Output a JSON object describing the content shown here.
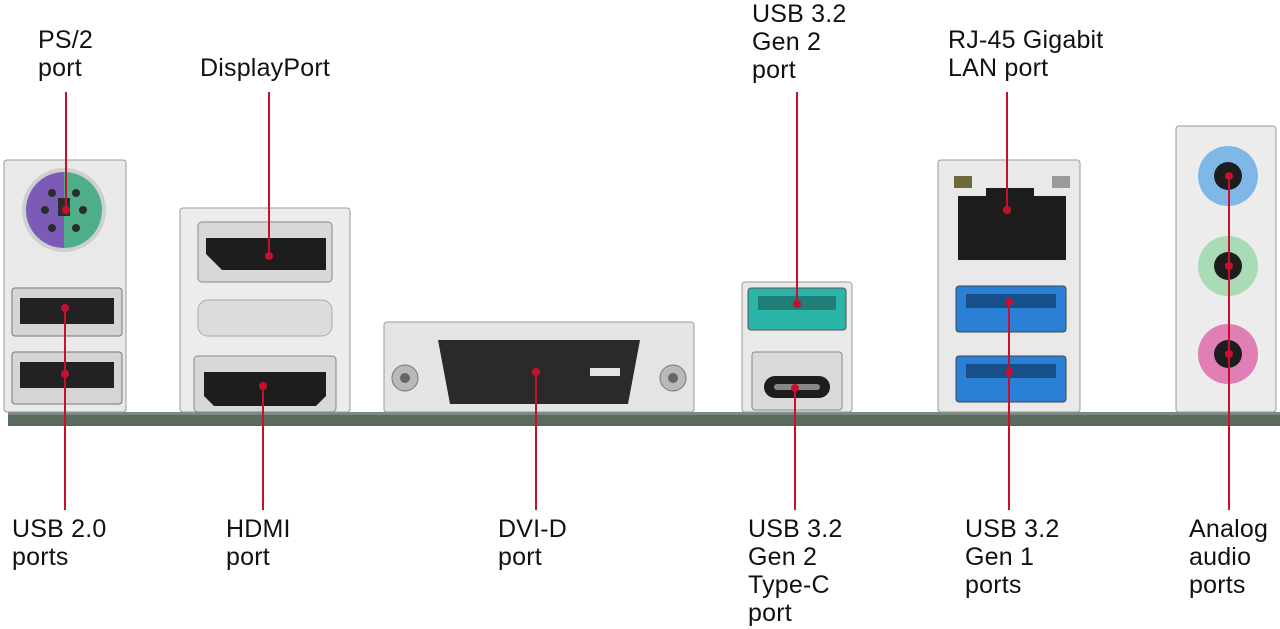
{
  "title": "",
  "labels": {
    "ps2": "PS/2\nport",
    "displayport": "DisplayPort",
    "usb32_gen2": "USB 3.2\nGen 2\nport",
    "rj45": "RJ-45 Gigabit\nLAN port",
    "usb20": "USB 2.0\nports",
    "hdmi": "HDMI\nport",
    "dvid": "DVI-D\nport",
    "usb32_gen2_typec": "USB 3.2\nGen 2\nType-C\nport",
    "usb32_gen1": "USB 3.2\nGen 1\nports",
    "audio": "Analog\naudio\nports"
  },
  "colors": {
    "leader_line": "#c8102e",
    "ps2_purple": "#7b5bb5",
    "ps2_green": "#4fae8a",
    "usb_teal": "#2bb5a8",
    "usb_blue": "#2a7fd6",
    "audio_blue": "#7fb8e6",
    "audio_green": "#a9dcb6",
    "audio_pink": "#e07fb3"
  }
}
